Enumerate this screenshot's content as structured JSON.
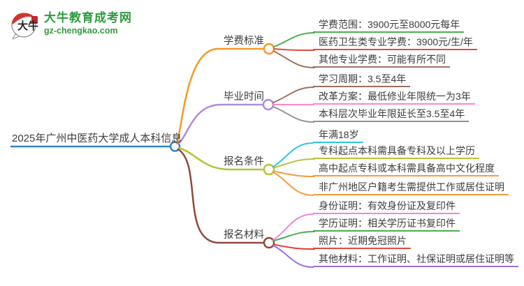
{
  "logo": {
    "icon_text": "大牛",
    "title": "大牛教育成考网",
    "url": "gz-chengkao.com",
    "brand_color": "#2e9b3e",
    "icon_accent_color": "#d6332c"
  },
  "root": {
    "label": "2025年广州中医药大学成人本科信息",
    "color": "#2f86c4"
  },
  "branches": [
    {
      "label": "学费标准",
      "color": "#f59a23",
      "items": [
        {
          "text": "学费范围：3900元至8000元每年",
          "color": "#4caf50"
        },
        {
          "text": "医药卫生类专业学费：3900元/生/年",
          "color": "#e04b40"
        },
        {
          "text": "其他专业学费：可能有所不同",
          "color": "#a1705f"
        }
      ]
    },
    {
      "label": "毕业时间",
      "color": "#b18ad8",
      "items": [
        {
          "text": "学习周期：3.5至4年",
          "color": "#a1705f"
        },
        {
          "text": "改革方案：最低修业年限统一为3年",
          "color": "#ff85cf"
        },
        {
          "text": "本科层次毕业年限延长至3.5至4年",
          "color": "#929292"
        }
      ]
    },
    {
      "label": "报名条件",
      "color": "#b5c338",
      "items": [
        {
          "text": "年满18岁",
          "color": "#2fc7dd"
        },
        {
          "text": "专科起点本科需具备专科及以上学历",
          "color": "#b5c338"
        },
        {
          "text": "高中起点专科或本科需具备高中文化程度",
          "color": "#f89b3c"
        },
        {
          "text": "非广州地区户籍考生需提供工作或居住证明",
          "color": "#f89b3c"
        }
      ]
    },
    {
      "label": "报名材料",
      "color": "#8d4a3c",
      "items": [
        {
          "text": "身份证明：有效身份证及复印件",
          "color": "#ef85d8"
        },
        {
          "text": "学历证明：相关学历证书复印件",
          "color": "#4caf50"
        },
        {
          "text": "照片：近期免冠照片",
          "color": "#e33b33"
        },
        {
          "text": "其他材料：工作证明、社保证明或居住证明等",
          "color": "#9d6ede"
        }
      ]
    }
  ]
}
